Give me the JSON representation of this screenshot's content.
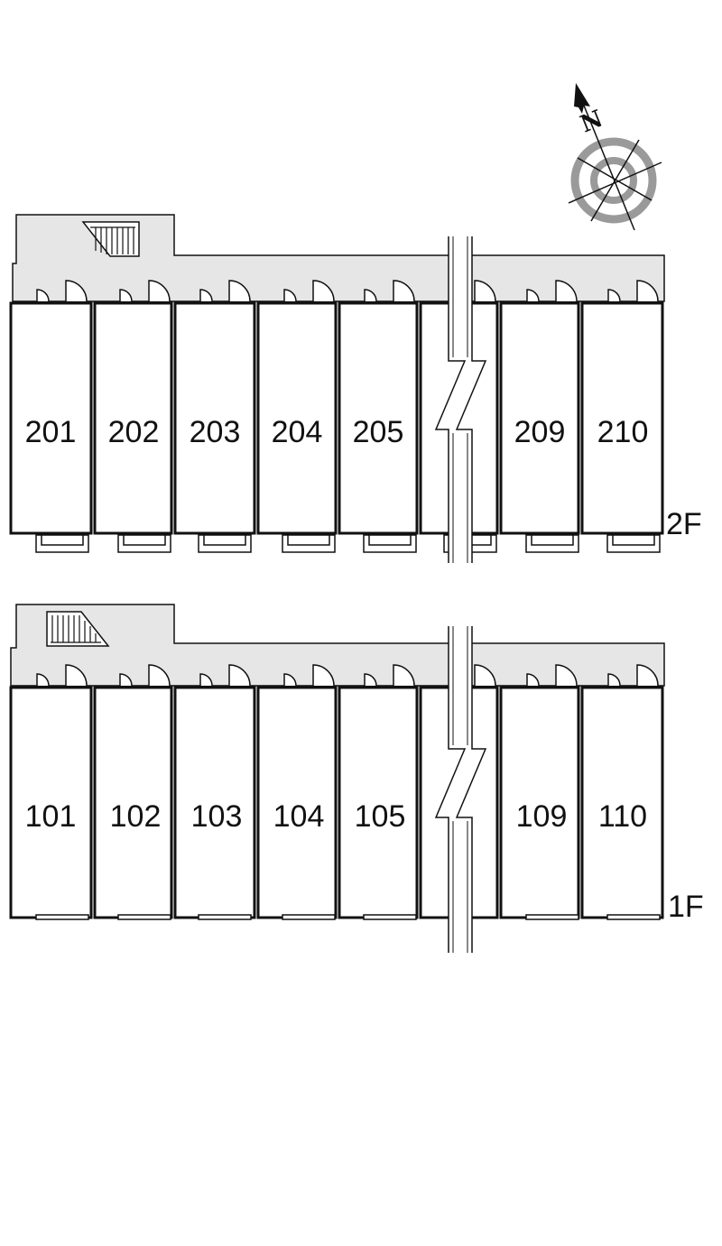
{
  "compass": {
    "north_label": "N"
  },
  "floors": [
    {
      "label": "2F",
      "units": [
        "201",
        "202",
        "203",
        "204",
        "205",
        "209",
        "210"
      ]
    },
    {
      "label": "1F",
      "units": [
        "101",
        "102",
        "103",
        "104",
        "105",
        "109",
        "110"
      ]
    }
  ],
  "colors": {
    "corridor": "#e6e6e6",
    "walls": "#111111",
    "compass_ring": "#9a9a9a"
  }
}
